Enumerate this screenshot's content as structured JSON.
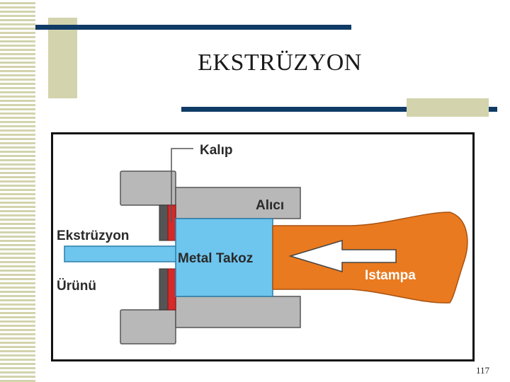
{
  "slide": {
    "title": "EKSTRÜZYON",
    "page_number": "117"
  },
  "diagram": {
    "labels": {
      "die": "Kalıp",
      "container": "Alıcı",
      "product_line1": "Ekstrüzyon",
      "product_line2": "Ürünü",
      "billet": "Metal Takoz",
      "ram": "Istampa"
    }
  },
  "colors": {
    "accent_bar": "#0f3b66",
    "accent_block": "#d3d3ad",
    "container_gray": "#b8b8b8",
    "billet_blue": "#6ec6ef",
    "die_red": "#d42a2a",
    "ram_orange": "#ea7a1f"
  }
}
